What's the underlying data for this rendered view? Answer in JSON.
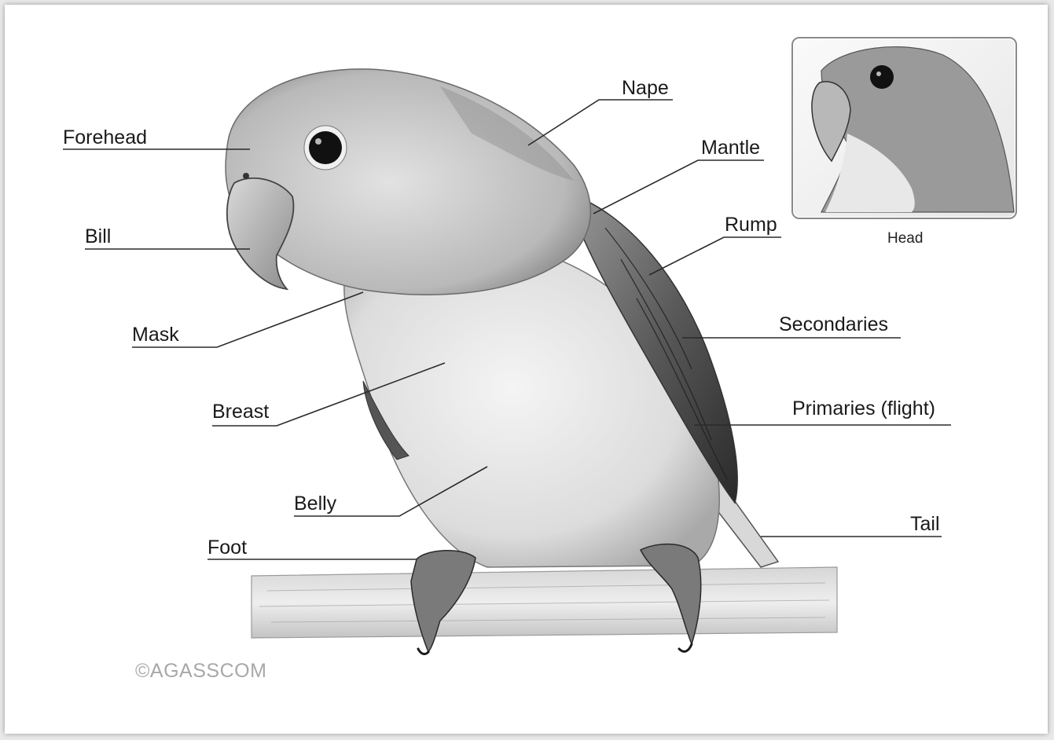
{
  "labels": {
    "forehead": "Forehead",
    "bill": "Bill",
    "mask": "Mask",
    "breast": "Breast",
    "belly": "Belly",
    "foot": "Foot",
    "nape": "Nape",
    "mantle": "Mantle",
    "rump": "Rump",
    "secondaries": "Secondaries",
    "primaries": "Primaries (flight)",
    "tail": "Tail"
  },
  "inset_caption": "Head",
  "copyright": "©AGASSCOM"
}
